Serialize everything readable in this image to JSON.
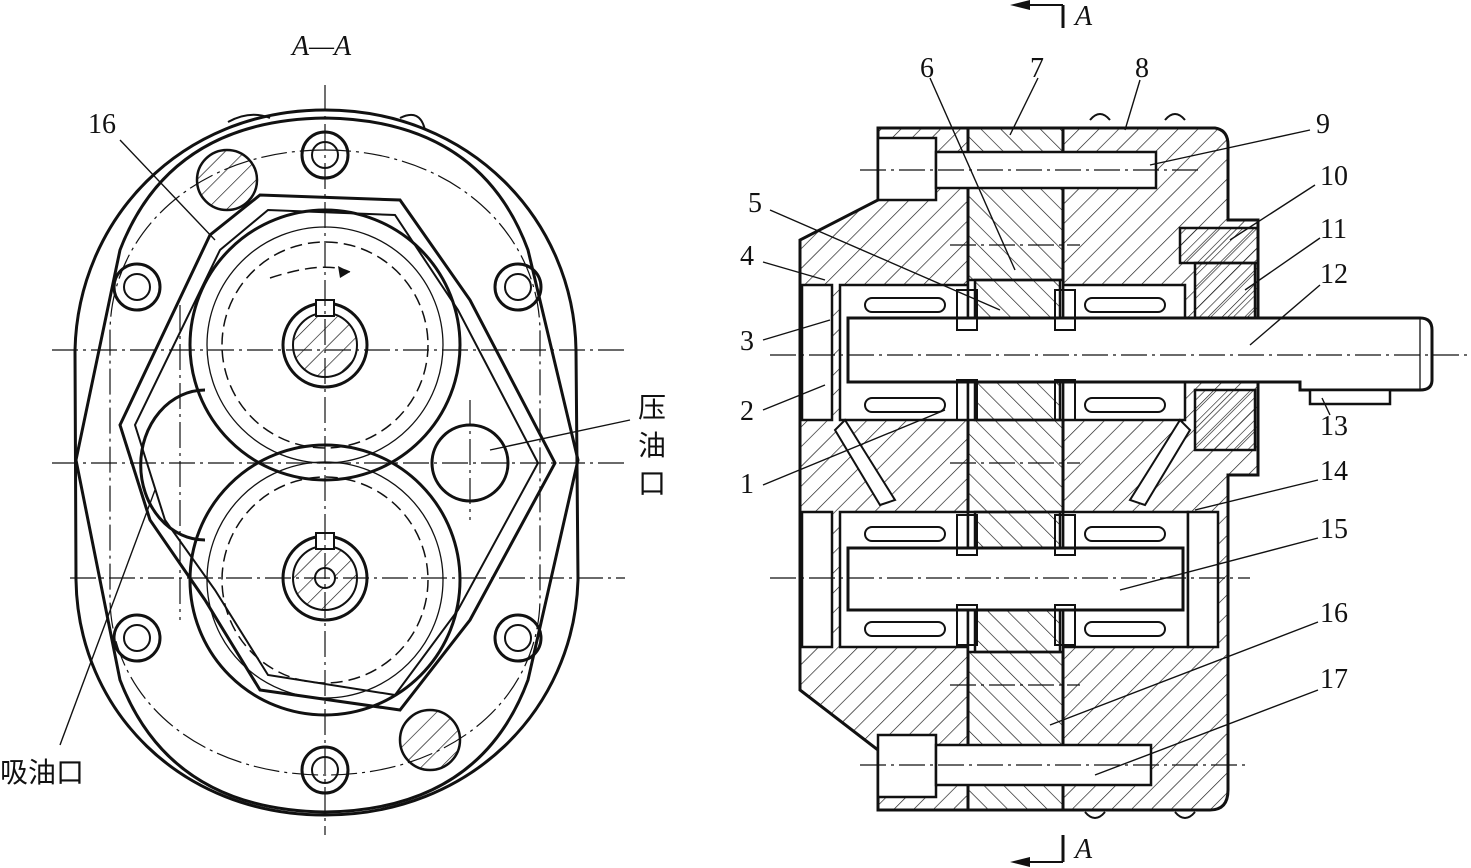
{
  "section_view": {
    "title": "A—A",
    "labels": {
      "housing_cover": "16",
      "discharge_port": "压\n油\n口",
      "suction_port": "吸油口"
    }
  },
  "side_view": {
    "section_mark_top": "A",
    "section_mark_bottom": "A",
    "part_numbers": [
      "1",
      "2",
      "3",
      "4",
      "5",
      "6",
      "7",
      "8",
      "9",
      "10",
      "11",
      "12",
      "13",
      "14",
      "15",
      "16",
      "17"
    ]
  }
}
